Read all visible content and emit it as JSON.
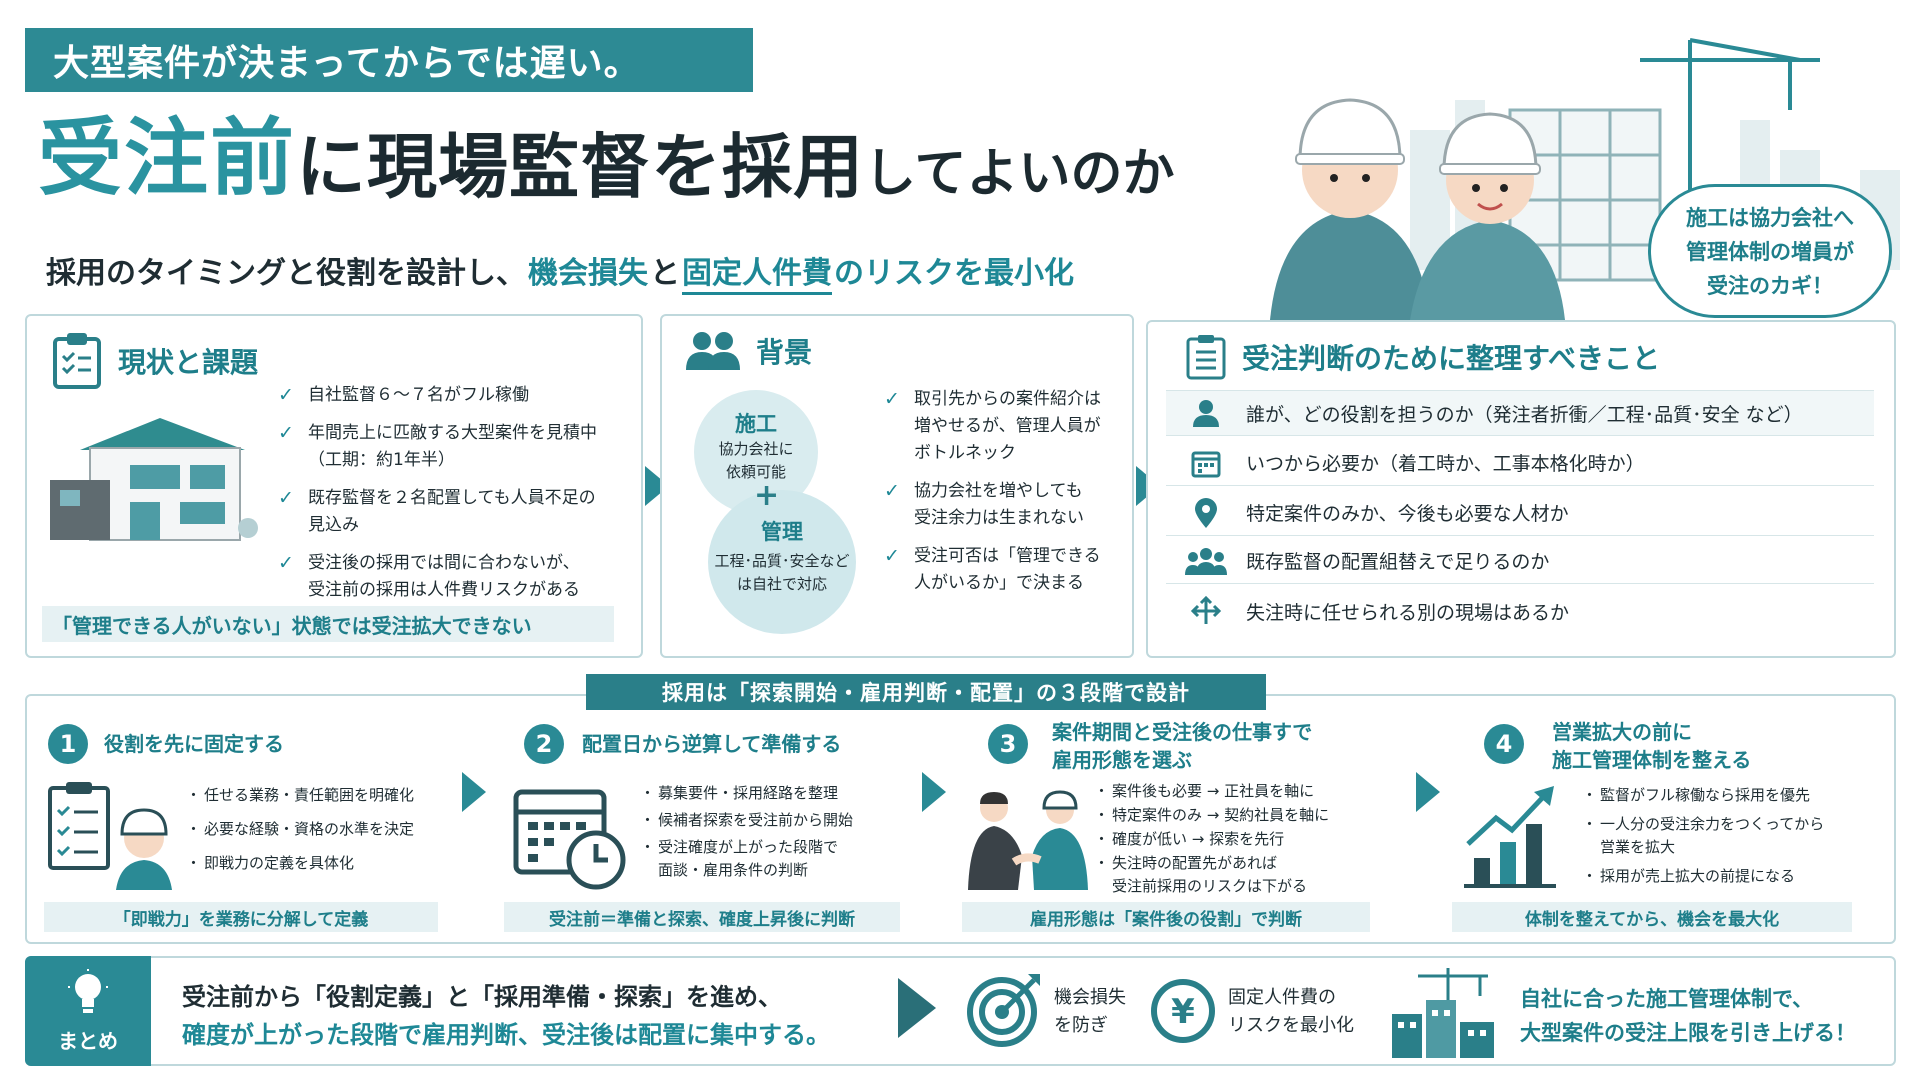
{
  "header": {
    "banner": "大型案件が決まってからでは遅い。",
    "title_highlight": "受注前",
    "title_main": "に現場監督を採用",
    "title_tail": "してよいのか",
    "subtitle_pre": "採用のタイミングと役割を設計し、",
    "subtitle_hl1": "機会損失",
    "subtitle_mid": "と",
    "subtitle_hl2": "固定人件費",
    "subtitle_post": "のリスクを最小化"
  },
  "bubble": {
    "line1": "施工は協力会社へ",
    "line2": "管理体制の増員が",
    "line3": "受注のカギ！"
  },
  "status": {
    "title": "現状と課題",
    "items": [
      "自社監督６～７名がフル稼働",
      "年間売上に匹敵する大型案件を見積中",
      "（工期：約1年半）",
      "既存監督を２名配置しても人員不足の",
      "見込み",
      "受注後の採用では間に合わないが、",
      "受注前の採用は人件費リスクがある"
    ],
    "note": "「管理できる人がいない」状態では受注拡大できない"
  },
  "background": {
    "title": "背景",
    "venn_top_title": "施工",
    "venn_top_desc1": "協力会社に",
    "venn_top_desc2": "依頼可能",
    "plus": "+",
    "venn_bot_title": "管理",
    "venn_bot_desc1": "工程･品質･安全など",
    "venn_bot_desc2": "は自社で対応",
    "items": [
      "取引先からの案件紹介は",
      "増やせるが、管理人員が",
      "ボトルネック",
      "協力会社を増やしても",
      "受注余力は生まれない",
      "受注可否は「管理できる",
      "人がいるか」で決まる"
    ]
  },
  "decide": {
    "title": "受注判断のために整理すべきこと",
    "rows": [
      {
        "icon": "person-icon",
        "text": "誰が、どの役割を担うのか（発注者折衝／工程･品質･安全 など）"
      },
      {
        "icon": "calendar-icon",
        "text": "いつから必要か（着工時か、工事本格化時か）"
      },
      {
        "icon": "location-pin-icon",
        "text": "特定案件のみか、今後も必要な人材か"
      },
      {
        "icon": "group-icon",
        "text": "既存監督の配置組替えで足りるのか"
      },
      {
        "icon": "move-arrows-icon",
        "text": "失注時に任せられる別の現場はあるか"
      }
    ]
  },
  "stages": {
    "title": "採用は「探索開始・雇用判断・配置」の３段階で設計",
    "list": [
      {
        "num": "1",
        "head1": "役割を先に固定する",
        "head2": "",
        "items": [
          "任せる業務・責任範囲を明確化",
          "必要な経験・資格の水準を決定",
          "即戦力の定義を具体化"
        ],
        "note": "「即戦力」を業務に分解して定義"
      },
      {
        "num": "2",
        "head1": "配置日から逆算して準備する",
        "head2": "",
        "items": [
          "募集要件・採用経路を整理",
          "候補者探索を受注前から開始",
          "受注確度が上がった段階で",
          "面談・雇用条件の判断"
        ],
        "note": "受注前＝準備と探索、確度上昇後に判断"
      },
      {
        "num": "3",
        "head1": "案件期間と受注後の仕事すで",
        "head2": "雇用形態を選ぶ",
        "items": [
          "案件後も必要 → 正社員を軸に",
          "特定案件のみ → 契約社員を軸に",
          "確度が低い → 探索を先行",
          "失注時の配置先があれば",
          "受注前採用のリスクは下がる"
        ],
        "note": "雇用形態は「案件後の役割」で判断"
      },
      {
        "num": "4",
        "head1": "営業拡大の前に",
        "head2": "施工管理体制を整える",
        "items": [
          "監督がフル稼働なら採用を優先",
          "一人分の受注余力をつくってから",
          "営業を拡大",
          "採用が売上拡大の前提になる"
        ],
        "note": "体制を整えてから、機会を最大化"
      }
    ]
  },
  "summary": {
    "badge": "まとめ",
    "line1": "受注前から「役割定義」と「採用準備・探索」を進め、",
    "line2": "確度が上がった段階で雇用判断、受注後は配置に集中する。",
    "item1_l1": "機会損失",
    "item1_l2": "を防ぎ",
    "item2_l1": "固定人件費の",
    "item2_l2": "リスクを最小化",
    "final1": "自社に合った施工管理体制で、",
    "final2": "大型案件の受注上限を引き上げる！"
  }
}
